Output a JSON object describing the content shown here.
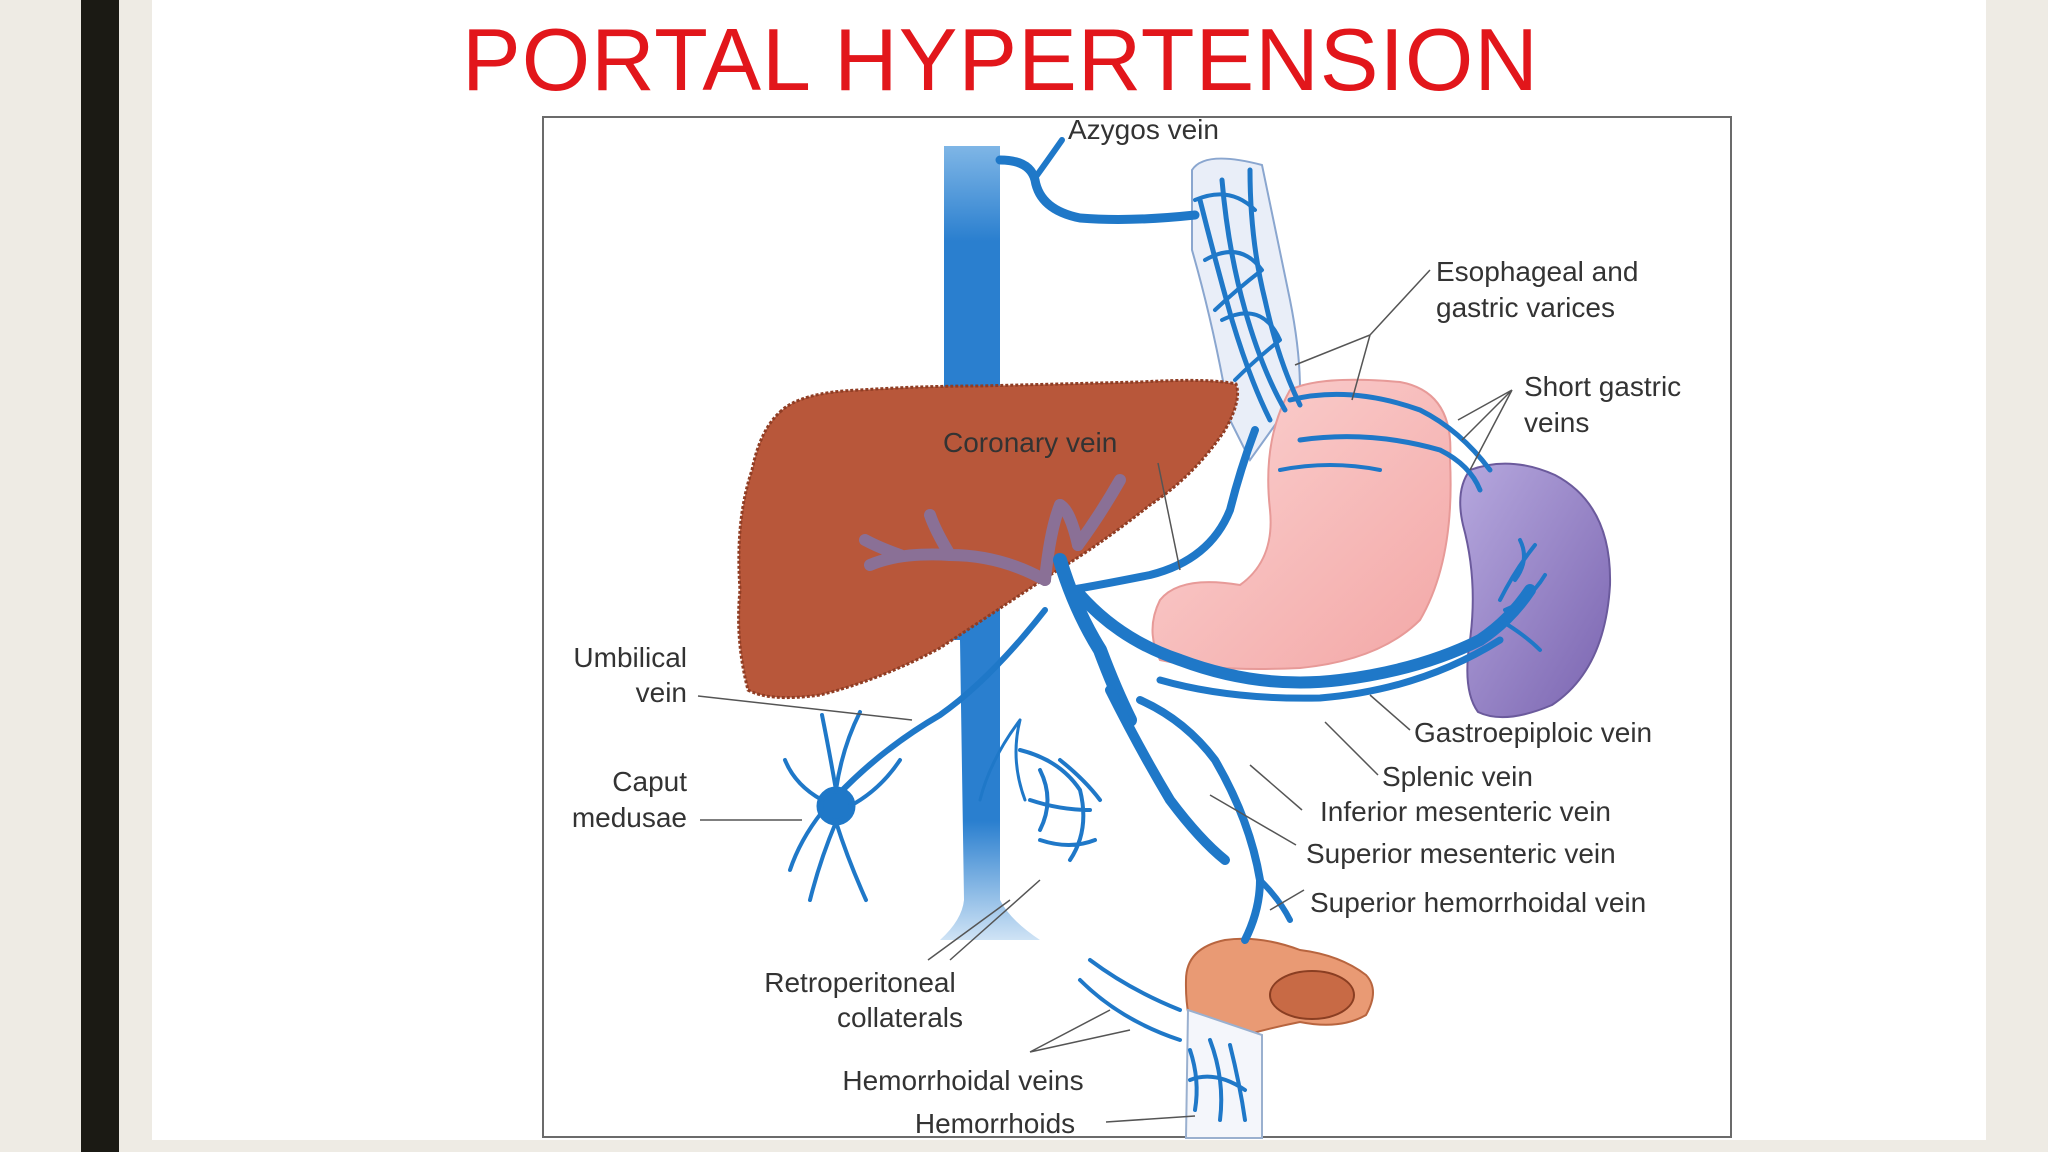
{
  "slide": {
    "title": "PORTAL HYPERTENSION"
  },
  "colors": {
    "title": "#e2161b",
    "vein": "#1f78c8",
    "liver": "#b8573a",
    "stomach": "#f6b9b7",
    "spleen": "#8f7cc0",
    "rectum": "#e99a74",
    "frame": "#6b6b6b",
    "side_bar": "#1b1a14",
    "background": "#eeebe4"
  },
  "diagram": {
    "labels": {
      "azygos": "Azygos vein",
      "esophageal_1": "Esophageal and",
      "esophageal_2": "gastric varices",
      "short_gastric_1": "Short gastric",
      "short_gastric_2": "veins",
      "coronary": "Coronary vein",
      "umbilical_1": "Umbilical",
      "umbilical_2": "vein",
      "caput_1": "Caput",
      "caput_2": "medusae",
      "gastroepiploic": "Gastroepiploic vein",
      "splenic": "Splenic vein",
      "inferior_mesenteric": "Inferior mesenteric vein",
      "superior_mesenteric": "Superior mesenteric vein",
      "superior_hemorrhoidal": "Superior hemorrhoidal vein",
      "retroperitoneal_1": "Retroperitoneal",
      "retroperitoneal_2": "collaterals",
      "hemorrhoidal": "Hemorrhoidal veins",
      "hemorrhoids": "Hemorrhoids"
    }
  }
}
